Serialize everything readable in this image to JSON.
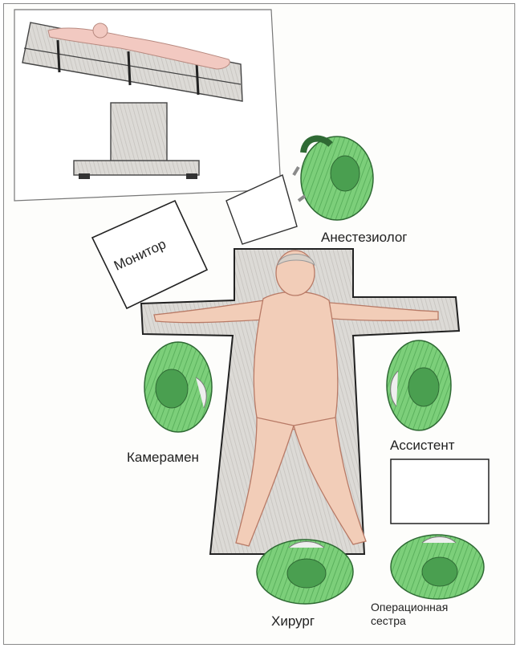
{
  "labels": {
    "monitor": "Монитор",
    "anesthesiologist": "Анестезиолог",
    "cameraman": "Камерамен",
    "assistant": "Ассистент",
    "surgeon": "Хирург",
    "nurse_line1": "Операционная",
    "nurse_line2": "сестра"
  },
  "colors": {
    "gown_green": "#6cc46c",
    "gown_dark": "#3f8f45",
    "skin": "#efc9b3",
    "skin_line": "#b97a62",
    "table_gray": "#d9d9d6",
    "table_line": "#555555"
  }
}
